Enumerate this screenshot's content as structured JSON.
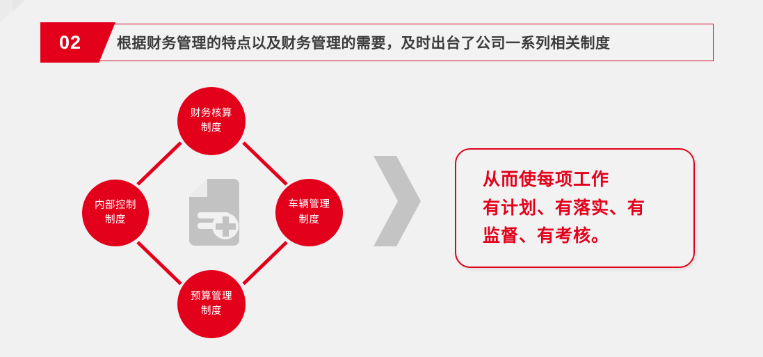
{
  "page": {
    "background_color": "#f1f1f1",
    "accent_color": "#e3001b",
    "text_color": "#3c3c3c"
  },
  "header": {
    "badge_number": "02",
    "title": "根据财务管理的特点以及财务管理的需要，及时出台了公司一系列相关制度"
  },
  "diagram": {
    "center_icon": "document-add-icon",
    "nodes": [
      {
        "position": "top",
        "line1": "财务核算",
        "line2": "制度"
      },
      {
        "position": "left",
        "line1": "内部控制",
        "line2": "制度"
      },
      {
        "position": "right",
        "line1": "车辆管理",
        "line2": "制度"
      },
      {
        "position": "bottom",
        "line1": "预算管理",
        "line2": "制度"
      }
    ]
  },
  "arrow": {
    "icon": "chevron-right-icon",
    "color": "#c4c4c4"
  },
  "callout": {
    "lines": [
      "从而使每项工作",
      "有计划、有落实、有",
      "监督、有考核。"
    ]
  }
}
